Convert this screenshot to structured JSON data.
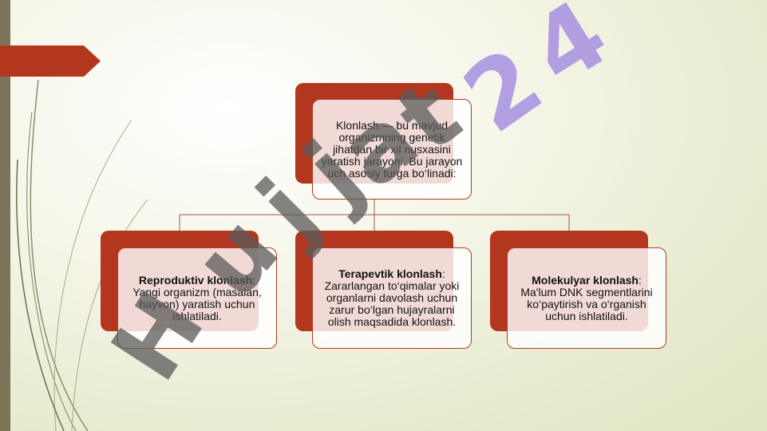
{
  "root_node": {
    "text": "Klonlash — bu mavjud organizmning genetik jihatdan bir xil nusxasini yaratish jarayoni. Bu jarayon uch asosiy turga bo‘linadi:"
  },
  "child_nodes": [
    {
      "title": "Reproduktiv klonlash",
      "separator": ":",
      "body": "Yangi organizm (masalan, hayvon) yaratish uchun ishlatiladi."
    },
    {
      "title": "Terapevtik klonlash",
      "separator": ":",
      "body": "Zararlangan to‘qimalar yoki organlarni davolash uchun zarur bo‘lgan hujayralarni olish maqsadida klonlash."
    },
    {
      "title": "Molekulyar klonlash",
      "separator": ":",
      "body": "Ma'lum DNK segmentlarini ko‘paytirish va o‘rganish uchun ishlatiladi."
    }
  ],
  "watermark": {
    "text": "Hujjat24",
    "letters": [
      "H",
      "u",
      "j",
      "j",
      "a",
      "t",
      "2",
      "4"
    ],
    "colors": {
      "grey": "#5a5a5a",
      "violet": "#9b82e0"
    }
  },
  "colors": {
    "accent": "#b3361f",
    "left_bar": "#7d7359",
    "connector": "#a5533f"
  }
}
